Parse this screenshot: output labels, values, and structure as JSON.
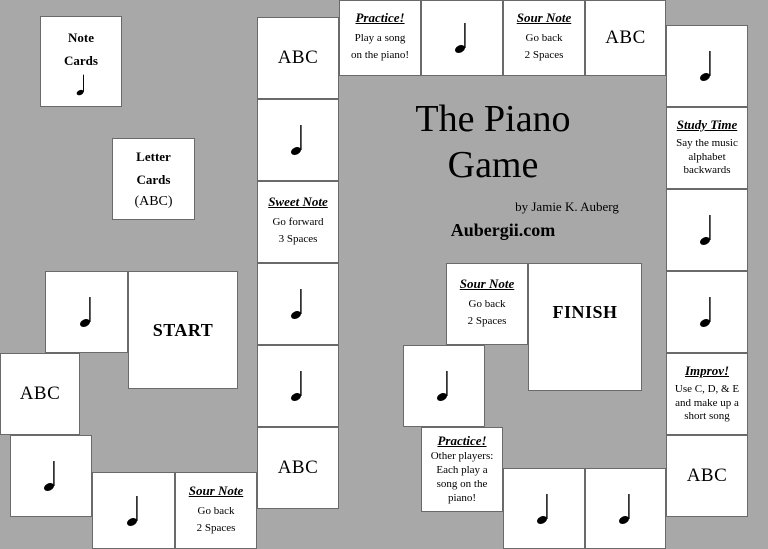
{
  "game": {
    "title_line1": "The Piano",
    "title_line2": "Game",
    "author": "by Jamie K. Auberg",
    "website": "Aubergii.com"
  },
  "piles": {
    "note_cards": {
      "line1": "Note",
      "line2": "Cards"
    },
    "letter_cards": {
      "line1": "Letter",
      "line2": "Cards",
      "line3": "(ABC)"
    }
  },
  "spaces": {
    "start": "START",
    "finish": "FINISH",
    "abc": "ABC",
    "practice_top": {
      "title": "Practice!",
      "line1": "Play a song",
      "line2": "on the piano!"
    },
    "sour_note_top": {
      "title": "Sour Note",
      "line1": "Go back",
      "line2": "2 Spaces"
    },
    "study_time": {
      "title": "Study Time",
      "line1": "Say the music",
      "line2": "alphabet",
      "line3": "backwards"
    },
    "sweet_note": {
      "title": "Sweet Note",
      "line1": "Go forward",
      "line2": "3 Spaces"
    },
    "sour_note_mid": {
      "title": "Sour Note",
      "line1": "Go back",
      "line2": "2 Spaces"
    },
    "improv": {
      "title": "Improv!",
      "line1": "Use C, D, & E",
      "line2": "and make up a",
      "line3": "short song"
    },
    "practice_bottom": {
      "title": "Practice!",
      "line1": "Other players:",
      "line2": "Each play a",
      "line3": "song on the",
      "line4": "piano!"
    },
    "sour_note_bottom": {
      "title": "Sour Note",
      "line1": "Go back",
      "line2": "2 Spaces"
    }
  },
  "icon": "quarter-note-icon"
}
